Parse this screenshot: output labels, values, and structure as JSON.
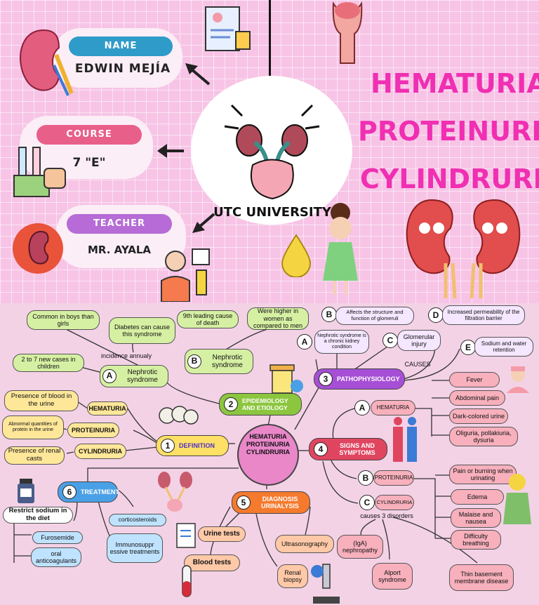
{
  "header": {
    "name_label": "NAME",
    "name_value": "EDWIN MEJÍA",
    "course_label": "COURSE",
    "course_value": "7 \"E\"",
    "teacher_label": "TEACHER",
    "teacher_value": "MR. AYALA",
    "university": "UTC UNIVERSITY",
    "titles": [
      "HEMATURIA",
      "PROTEINURIA",
      "CYLINDRURIA"
    ]
  },
  "colors": {
    "title_pink": "#f02fb2",
    "name_pill": "#2f9bc8",
    "course_pill": "#e85f8a",
    "teacher_pill": "#b66bd6"
  },
  "map": {
    "center": [
      "HEMATURIA",
      "PROTEINURIA",
      "CYLINDRURIA"
    ],
    "epidemiology": {
      "num": "2",
      "label": "EPIDEMIOLOGY AND ETIOLOGY",
      "boys": "Common in boys than girls",
      "diabetes": "Diabetes can cause this syndrome",
      "incidence": "incidence annualy",
      "new_cases": "2 to 7 new cases in children",
      "nephrotic_a": "Nephrotic syndrome",
      "ninth": "9th leading cause of death",
      "women": "Were higher in women as compared to men",
      "nephrotic_b": "Nephrotic syndrome"
    },
    "pathophysiology": {
      "num": "3",
      "label": "PATHOPHYSIOLOGY",
      "a": "Nephrotic syndrome is a chronic kidney condition",
      "b": "Affects the structure and function of glomeruli",
      "c": "Glomerular injury",
      "d": "Increased permeability of the filtration barrier",
      "e": "Sodium and water retention",
      "causes": "CAUSES"
    },
    "definition": {
      "num": "1",
      "label": "DEFINITION",
      "hematuria": "HEMATURIA",
      "hematuria_def": "Presence of blood in the urine",
      "proteinuria": "PROTEINURIA",
      "proteinuria_def": "Abnormal quantities of protein in the urine",
      "cylindruria": "CYLINDRURIA",
      "cylindruria_def": "Presence of renal casts"
    },
    "symptoms": {
      "num": "4",
      "label": "SIGNS AND SYMPTOMS",
      "a_label": "HEMATURIA",
      "a_items": [
        "Fever",
        "Abdominal pain",
        "Dark-colored urine",
        "Oliguria, pollakiuria, dysuria"
      ],
      "b_label": "PROTEINURIA",
      "b_items": [
        "Pain or burning when urinating",
        "Edema",
        "Malaise and nausea",
        "Difficulty breathing"
      ],
      "c_label": "CYLINDRURIA",
      "c_causes": "causes 3 disorders",
      "c_items": [
        "(IgA) nephropathy",
        "Alport syndrome",
        "Thin basement membrane disease"
      ]
    },
    "diagnosis": {
      "num": "5",
      "label": "DIAGNOSIS URINALYSIS",
      "urine": "Urine tests",
      "blood": "Blood tests",
      "ultra": "Ultrasonography",
      "biopsy": "Renal biopsy"
    },
    "treatment": {
      "num": "6",
      "label": "TREATMENT",
      "sodium": "Restrict sodium in the diet",
      "furosemide": "Furosemide",
      "oral": "oral anticoagulants",
      "cortico": "corticosteroids",
      "immuno": "Immunosuppr essive treatments"
    }
  }
}
